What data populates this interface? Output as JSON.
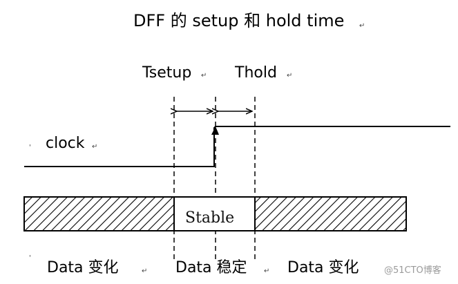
{
  "title": "DFF 的 setup 和 hold time",
  "labels": {
    "tsetup": "Tsetup",
    "thold": "Thold",
    "clock": "clock",
    "stable": "Stable",
    "data_left": "Data  变化",
    "data_middle": "Data 稳定",
    "data_right": "Data  变化"
  },
  "para_mark": "↵",
  "watermark": "@51CTO博客",
  "colors": {
    "line": "#000000",
    "hatch": "#000000",
    "stable_fill": "#ffffff",
    "watermark": "#9a9a9a"
  }
}
